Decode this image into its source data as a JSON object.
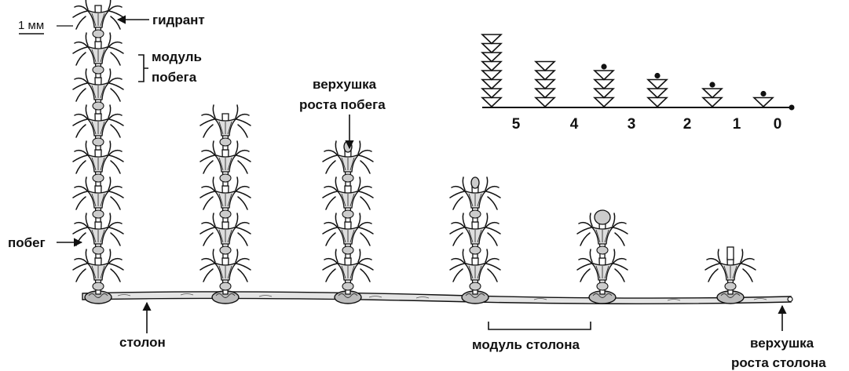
{
  "labels": {
    "scale": "1 мм",
    "hydrant": "гидрант",
    "shoot_module_line1": "модуль",
    "shoot_module_line2": "побега",
    "shoot_tip_line1": "верхушка",
    "shoot_tip_line2": "роста побега",
    "shoot": "побег",
    "stolon": "столон",
    "stolon_module": "модуль столона",
    "stolon_tip_line1": "верхушка",
    "stolon_tip_line2": "роста столона"
  },
  "inset": {
    "ticks": [
      "5",
      "4",
      "3",
      "2",
      "1",
      "0"
    ],
    "columns": [
      {
        "age": "5",
        "modules": 8,
        "has_bud": false
      },
      {
        "age": "4",
        "modules": 5,
        "has_bud": false
      },
      {
        "age": "3",
        "modules": 4,
        "has_bud": true
      },
      {
        "age": "2",
        "modules": 3,
        "has_bud": true
      },
      {
        "age": "1",
        "modules": 2,
        "has_bud": true
      },
      {
        "age": "0",
        "modules": 1,
        "has_bud": true
      }
    ]
  },
  "plants": [
    {
      "name": "shoot-5",
      "modules": 8,
      "tip": "none"
    },
    {
      "name": "shoot-4",
      "modules": 5,
      "tip": "none"
    },
    {
      "name": "shoot-3",
      "modules": 4,
      "tip": "bud"
    },
    {
      "name": "shoot-2",
      "modules": 3,
      "tip": "bud"
    },
    {
      "name": "shoot-1",
      "modules": 2,
      "tip": "bud-large"
    },
    {
      "name": "shoot-0",
      "modules": 1,
      "tip": "stub"
    }
  ],
  "colors": {
    "ink": "#111111",
    "stolon_fill": "#e4e4e4",
    "background": "#ffffff"
  }
}
